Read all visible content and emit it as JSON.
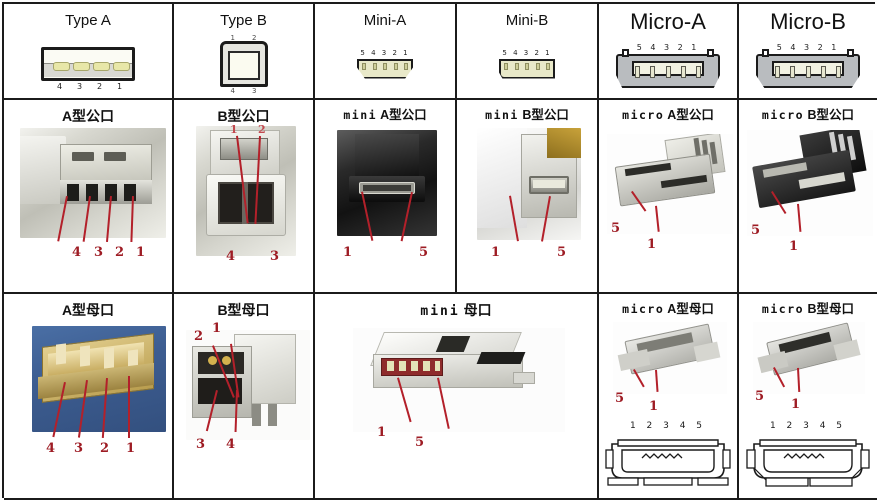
{
  "title": "USB connector types reference chart",
  "columns": [
    {
      "key": "type_a",
      "header": "Type A",
      "header_size": "normal"
    },
    {
      "key": "type_b",
      "header": "Type B",
      "header_size": "normal"
    },
    {
      "key": "mini_a",
      "header": "Mini-A",
      "header_size": "normal"
    },
    {
      "key": "mini_b",
      "header": "Mini-B",
      "header_size": "normal"
    },
    {
      "key": "micro_a",
      "header": "Micro-A",
      "header_size": "big"
    },
    {
      "key": "micro_b",
      "header": "Micro-B",
      "header_size": "big"
    }
  ],
  "row1": {
    "type_a": {
      "pins": [
        "4",
        "3",
        "2",
        "1"
      ],
      "pin_strip": ""
    },
    "type_b": {
      "pins_top": [
        "1",
        "2"
      ],
      "pins_bottom": [
        "4",
        "3"
      ]
    },
    "mini_a": {
      "pin_strip": "5 4 3 2 1"
    },
    "mini_b": {
      "pin_strip": "5 4 3 2 1"
    },
    "micro_a": {
      "pin_strip": "5 4 3 2 1"
    },
    "micro_b": {
      "pin_strip": "5 4 3 2 1"
    }
  },
  "row2": {
    "label_type_a": {
      "text": "A型公口"
    },
    "label_type_b": {
      "text": "B型公口"
    },
    "label_mini_a": {
      "mono": "mini",
      "text": "A型公口"
    },
    "label_mini_b": {
      "mono": "mini",
      "text": "B型公口"
    },
    "label_micro_a": {
      "mono": "micro",
      "text": "A型公口"
    },
    "label_micro_b": {
      "mono": "micro",
      "text": "B型公口"
    },
    "pins_type_a": [
      "4",
      "3",
      "2",
      "1"
    ],
    "pins_type_b_top": [
      "1",
      "2"
    ],
    "pins_type_b_bottom": [
      "4",
      "3"
    ],
    "pins_mini_a": [
      "1",
      "5"
    ],
    "pins_mini_b": [
      "1",
      "5"
    ],
    "pins_micro_a": [
      "5",
      "1"
    ],
    "pins_micro_b": [
      "5",
      "1"
    ]
  },
  "row3": {
    "label_type_a": {
      "text": "A型母口"
    },
    "label_type_b": {
      "text": "B型母口"
    },
    "label_mini": {
      "mono": "mini",
      "text": "母口"
    },
    "label_micro_a": {
      "mono": "micro",
      "text": "A型母口"
    },
    "label_micro_b": {
      "mono": "micro",
      "text": "B型母口"
    },
    "pins_type_a": [
      "4",
      "3",
      "2",
      "1"
    ],
    "pins_type_b_top": [
      "2",
      "1"
    ],
    "pins_type_b_bottom": [
      "3",
      "4"
    ],
    "pins_mini": [
      "1",
      "5"
    ],
    "pins_micro_a": [
      "5",
      "1"
    ],
    "pins_micro_b": [
      "5",
      "1"
    ],
    "lineart_pins_micro_a": "1 2 3 4 5",
    "lineart_pins_micro_b": "1 2 3 4 5"
  },
  "colors": {
    "border": "#1b1b1b",
    "annotation_red": "#9e1c24",
    "leader_red": "#b3202a",
    "contact_gold": "#e8e7a8",
    "background": "#ffffff"
  }
}
